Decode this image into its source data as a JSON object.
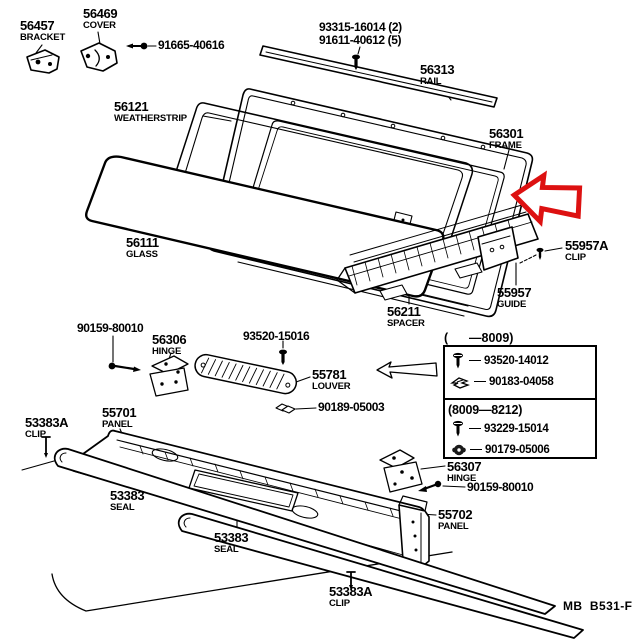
{
  "colors": {
    "background": "#ffffff",
    "line": "#000000",
    "arrow_red": "#dd1111"
  },
  "footer_code": "MB  B531-F",
  "parts": {
    "p56457": {
      "num": "56457",
      "name": "BRACKET"
    },
    "p56469": {
      "num": "56469",
      "name": "COVER"
    },
    "p91665": {
      "num": "91665-40616"
    },
    "p93315": {
      "num": "93315-16014 (2)",
      "num2": "91611-40612 (5)"
    },
    "p56313": {
      "num": "56313",
      "name": "RAIL"
    },
    "p56121": {
      "num": "56121",
      "name": "WEATHERSTRIP"
    },
    "p56301": {
      "num": "56301",
      "name": "FRAME"
    },
    "p56111": {
      "num": "56111",
      "name": "GLASS"
    },
    "p55957A": {
      "num": "55957A",
      "name": "CLIP"
    },
    "p55957": {
      "num": "55957",
      "name": "GUIDE"
    },
    "p56211": {
      "num": "56211",
      "name": "SPACER"
    },
    "p90159a": {
      "num": "90159-80010"
    },
    "p56306": {
      "num": "56306",
      "name": "HINGE"
    },
    "p93520_15016": {
      "num": "93520-15016"
    },
    "p55781": {
      "num": "55781",
      "name": "LOUVER"
    },
    "p90189": {
      "num": "90189-05003"
    },
    "p55701": {
      "num": "55701",
      "name": "PANEL"
    },
    "p53383A_top": {
      "num": "53383A",
      "name": "CLIP"
    },
    "p53383_a": {
      "num": "53383",
      "name": "SEAL"
    },
    "p53383_b": {
      "num": "53383",
      "name": "SEAL"
    },
    "p56307": {
      "num": "56307",
      "name": "HINGE"
    },
    "p90159b": {
      "num": "90159-80010"
    },
    "p55702": {
      "num": "55702",
      "name": "PANEL"
    },
    "p53383A_bot": {
      "num": "53383A",
      "name": "CLIP"
    }
  },
  "ref_box": {
    "header_top": "(      —8009)",
    "rows_a": [
      {
        "icon": "screw-icon",
        "num": "93520-14012"
      },
      {
        "icon": "clip-icon",
        "num": "90183-04058"
      }
    ],
    "header_mid": "(8009—8212)",
    "rows_b": [
      {
        "icon": "screw-icon",
        "num": "93229-15014"
      },
      {
        "icon": "nut-icon",
        "num": "90179-05006"
      }
    ]
  }
}
